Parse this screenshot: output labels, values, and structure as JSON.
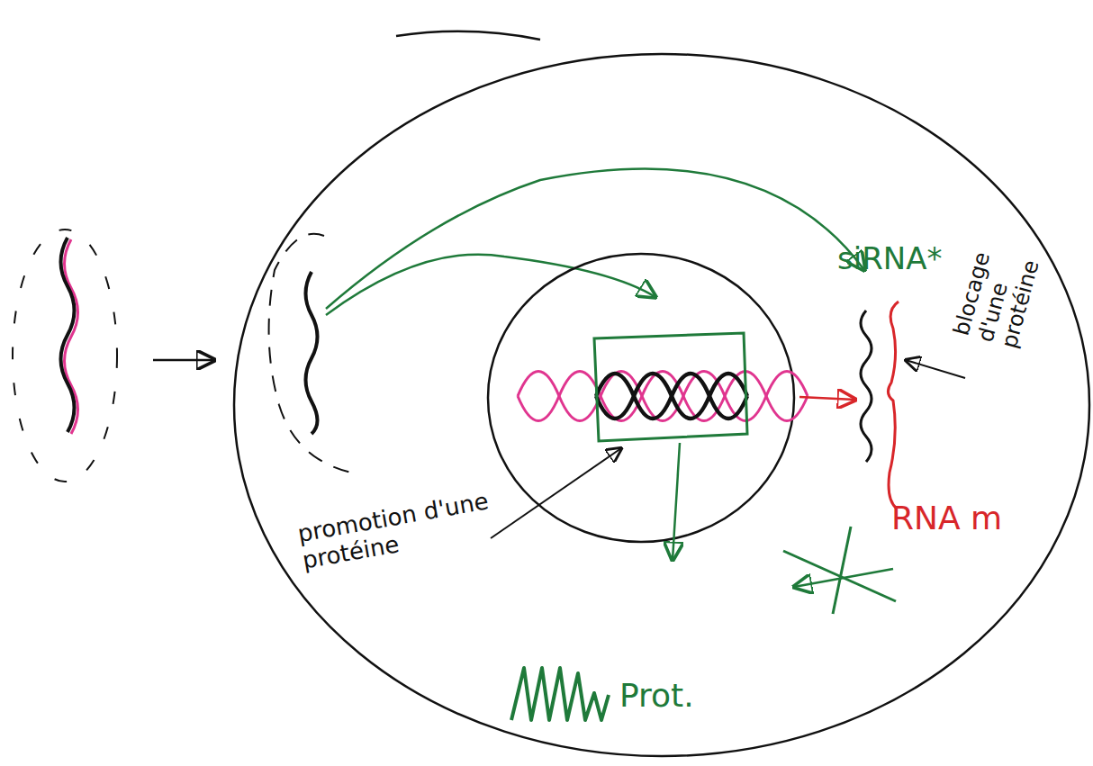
{
  "diagram": {
    "labels": [
      "siRNA*",
      "blocage d'une protéine",
      "RNA m",
      "promotion d'une protéine",
      "Prot."
    ]
  }
}
